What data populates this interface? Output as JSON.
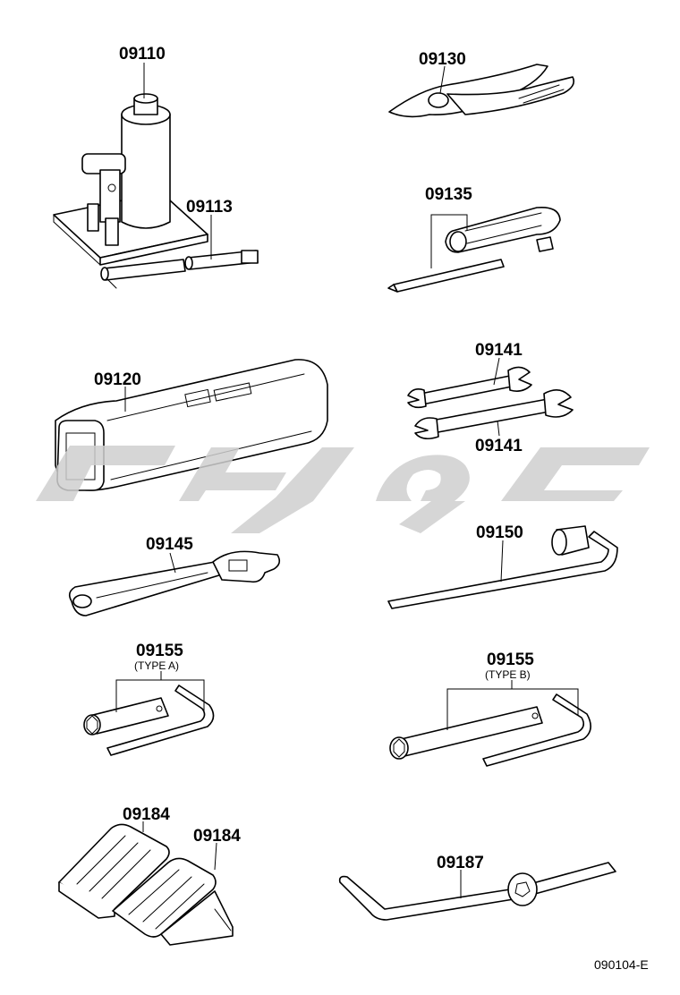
{
  "parts": [
    {
      "id": "p1",
      "number": "09110",
      "tool": "jack"
    },
    {
      "id": "p2",
      "number": "09113",
      "tool": "jack-handle"
    },
    {
      "id": "p3",
      "number": "09130",
      "tool": "pliers"
    },
    {
      "id": "p4",
      "number": "09135",
      "tool": "screwdriver"
    },
    {
      "id": "p5",
      "number": "09141",
      "tool": "wrench-upper"
    },
    {
      "id": "p6",
      "number": "09141",
      "tool": "wrench-lower"
    },
    {
      "id": "p7",
      "number": "09120",
      "tool": "tool-bag"
    },
    {
      "id": "p8",
      "number": "09145",
      "tool": "adjustable-wrench"
    },
    {
      "id": "p9",
      "number": "09150",
      "tool": "wheel-nut-wrench"
    },
    {
      "id": "p10",
      "number": "09155",
      "type_text": "(TYPE A)",
      "tool": "plug-wrench-a"
    },
    {
      "id": "p11",
      "number": "09155",
      "type_text": "(TYPE B)",
      "tool": "plug-wrench-b"
    },
    {
      "id": "p12",
      "number": "09184",
      "tool": "wheel-chock-left"
    },
    {
      "id": "p13",
      "number": "09184",
      "tool": "wheel-chock-right"
    },
    {
      "id": "p14",
      "number": "09187",
      "tool": "jack-handle-bar"
    }
  ],
  "diagram_code": "090104-E",
  "colors": {
    "line": "#000000",
    "watermark": "#cfcfcf",
    "background": "#ffffff"
  }
}
